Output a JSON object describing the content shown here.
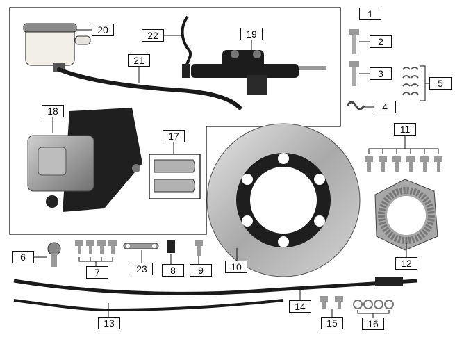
{
  "parts": [
    {
      "id": "p1",
      "number": "1"
    },
    {
      "id": "p2",
      "number": "2"
    },
    {
      "id": "p3",
      "number": "3"
    },
    {
      "id": "p4",
      "number": "4"
    },
    {
      "id": "p5",
      "number": "5"
    },
    {
      "id": "p6",
      "number": "6"
    },
    {
      "id": "p7",
      "number": "7"
    },
    {
      "id": "p8",
      "number": "8"
    },
    {
      "id": "p9",
      "number": "9"
    },
    {
      "id": "p10",
      "number": "10"
    },
    {
      "id": "p11",
      "number": "11"
    },
    {
      "id": "p12",
      "number": "12"
    },
    {
      "id": "p13",
      "number": "13"
    },
    {
      "id": "p14",
      "number": "14"
    },
    {
      "id": "p15",
      "number": "15"
    },
    {
      "id": "p16",
      "number": "16"
    },
    {
      "id": "p17",
      "number": "17"
    },
    {
      "id": "p18",
      "number": "18"
    },
    {
      "id": "p19",
      "number": "19"
    },
    {
      "id": "p20",
      "number": "20"
    },
    {
      "id": "p21",
      "number": "21"
    },
    {
      "id": "p22",
      "number": "22"
    },
    {
      "id": "p23",
      "number": "23"
    }
  ],
  "colors": {
    "line": "#111111",
    "metal": "#9a9a9a",
    "dark": "#1c1c1c",
    "rotor": "#bdbdbd",
    "reservoir": "#f1efe8"
  }
}
